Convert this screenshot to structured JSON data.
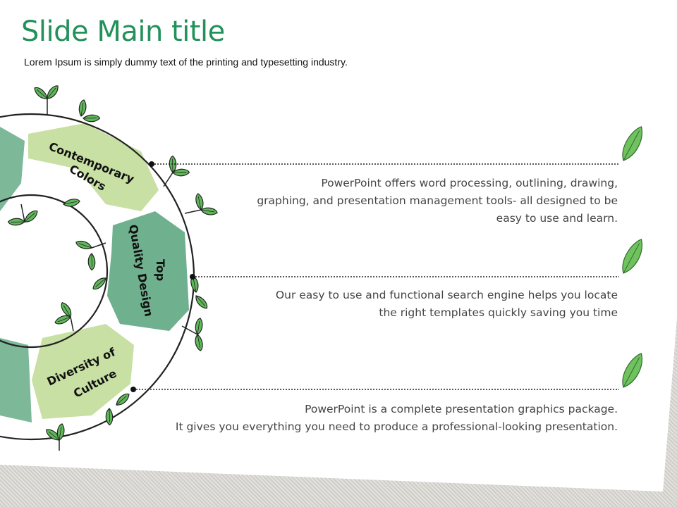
{
  "header": {
    "title": "Slide Main title",
    "subtitle": "Lorem Ipsum is simply dummy text of the printing and typesetting industry."
  },
  "diagram": {
    "segments": [
      {
        "label_line1": "Contemporary",
        "label_line2": "Colors"
      },
      {
        "label_line1": "Top",
        "label_line2": "Quality Design"
      },
      {
        "label_line1": "Diversity of",
        "label_line2": "Culture"
      }
    ],
    "descriptions": [
      {
        "lines": [
          "PowerPoint offers word processing, outlining, drawing,",
          "graphing, and presentation management tools- all designed to be",
          "easy to use and learn."
        ]
      },
      {
        "lines": [
          "Our easy to use and functional search engine helps you locate",
          "the right templates quickly saving you time"
        ]
      },
      {
        "lines": [
          "PowerPoint is a complete presentation graphics package.",
          "It gives you everything you need to produce a professional-looking presentation."
        ]
      }
    ]
  },
  "colors": {
    "title": "#23915a",
    "light_green": "#c8e0a4",
    "dark_green": "#6fb08e",
    "leaf": "#4caf50"
  }
}
